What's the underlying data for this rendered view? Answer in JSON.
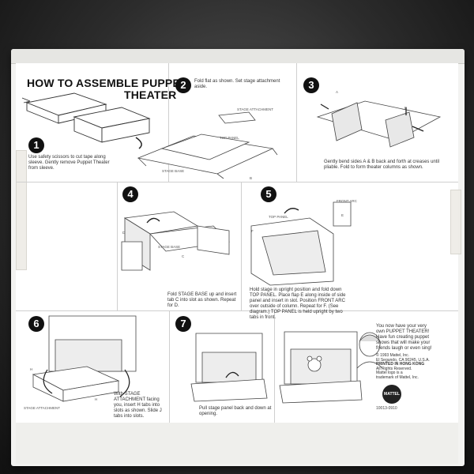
{
  "title": {
    "line1": "HOW TO ASSEMBLE PUPPET",
    "line2": "THEATER"
  },
  "steps": [
    {
      "num": "1",
      "text": "Use safety scissors to cut tape along sleeve. Gently remove Puppet Theater from sleeve."
    },
    {
      "num": "2",
      "text": "Fold flat as shown. Set stage attachment aside."
    },
    {
      "num": "3",
      "text": "Gently bend sides A & B back and forth at creases until pliable. Fold to form theater columns as shown."
    },
    {
      "num": "4",
      "text": "Fold STAGE BASE up and insert tab C into slot as shown. Repeat for D."
    },
    {
      "num": "5",
      "text": "Hold stage in upright position and fold down TOP PANEL. Place flap E along inside of side panel and insert in slot. Position FRONT ARC over outside of column. Repeat for F. (See diagram.) TOP PANEL is held upright by two tabs in front."
    },
    {
      "num": "6",
      "text": "With STAGE ATTACHMENT facing you, insert H tabs into slots as shown. Slide J tabs into slots."
    },
    {
      "num": "7",
      "text": "Pull stage panel back and down at opening."
    }
  ],
  "labels": {
    "stage_attachment": "STAGE ATTACHMENT",
    "top_panel": "TOP PANEL",
    "stage_base": "STAGE BASE",
    "b": "B",
    "a": "A",
    "c": "C",
    "d": "D",
    "e": "E",
    "f": "F",
    "h": "H",
    "j": "J",
    "front_arc": "FRONT ARC"
  },
  "closing": "You now have your very own PUPPET THEATER! Have fun creating puppet shows that will make your friends laugh or even sing!",
  "legal": [
    "© 1993 Mattel, Inc.",
    "El Segundo, CA 90245, U.S.A.",
    "PRINTED IN HONG KONG",
    "All Rights Reserved.",
    "Mattel logo is a",
    "trademark of Mattel, Inc."
  ],
  "brand": "MATTEL",
  "code": "10013-0910"
}
